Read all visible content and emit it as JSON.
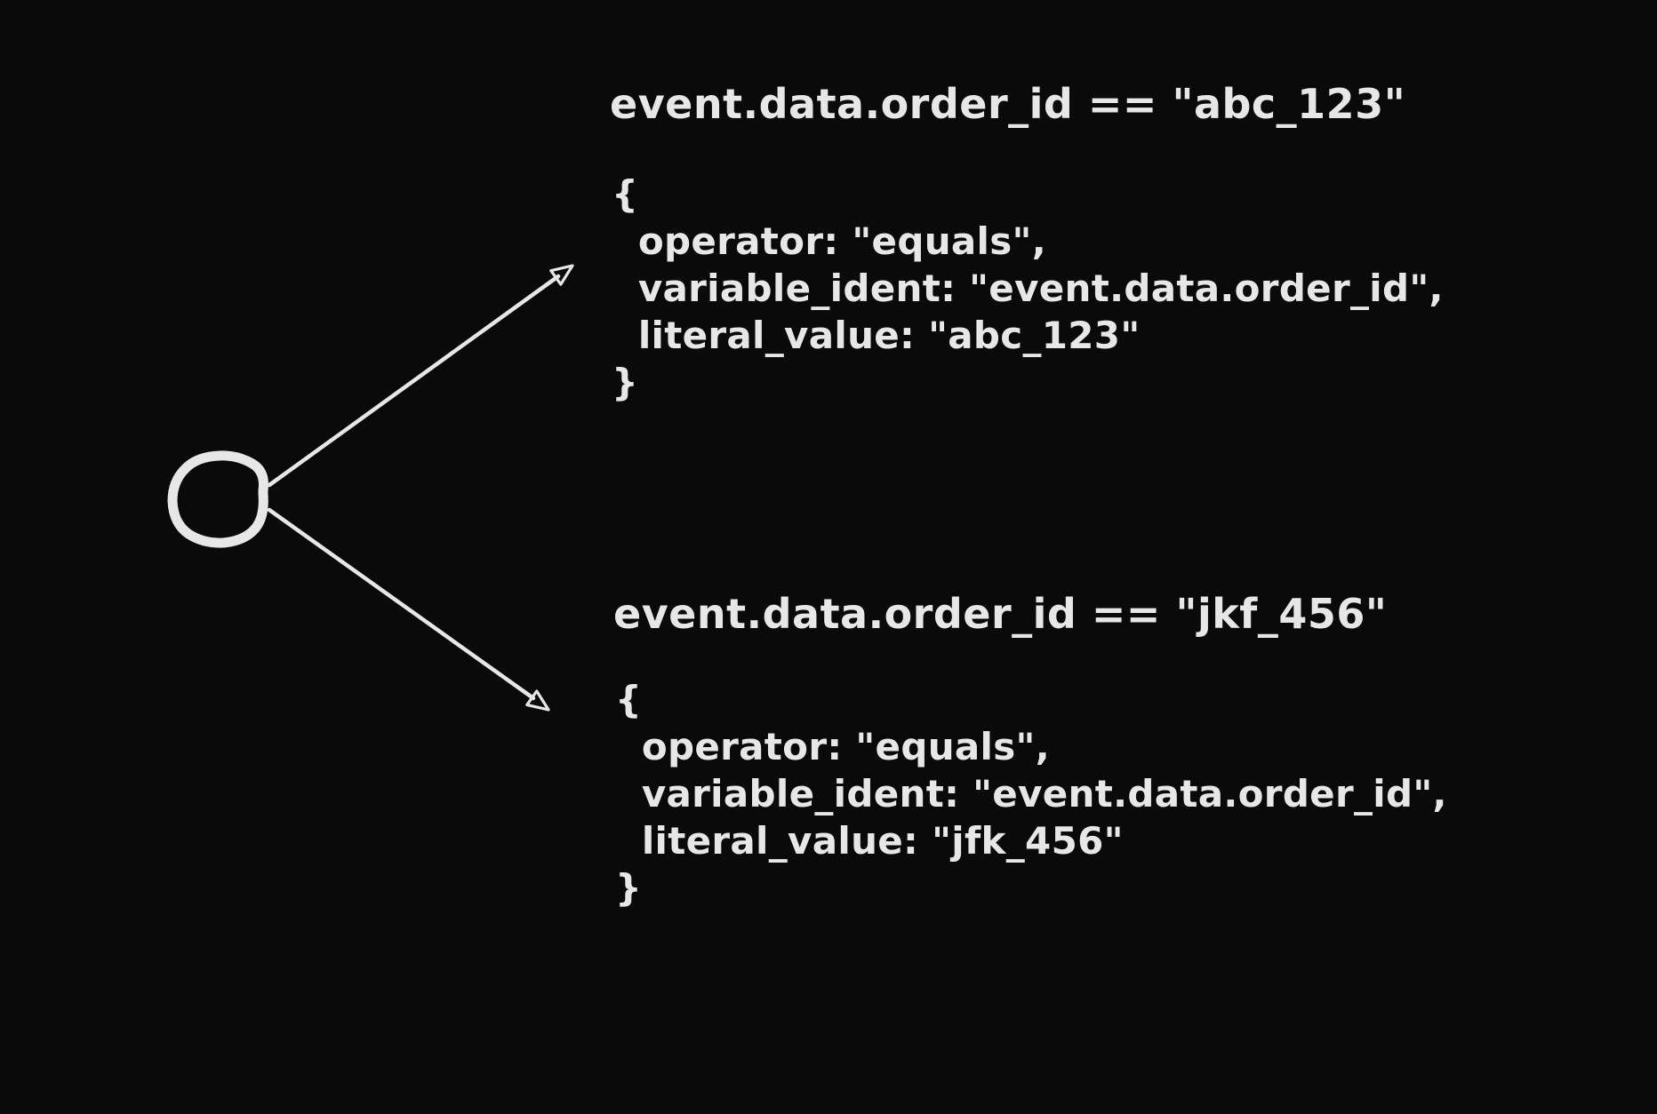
{
  "canvas": {
    "background_color": "#0a0a0a",
    "ink_color": "#e7e7e7"
  },
  "node": {
    "shape": "hand-drawn-circle"
  },
  "branches": [
    {
      "title": "event.data.order_id == \"abc_123\"",
      "code": "{\n  operator: \"equals\",\n  variable_ident: \"event.data.order_id\",\n  literal_value: \"abc_123\"\n}"
    },
    {
      "title": "event.data.order_id == \"jkf_456\"",
      "code": "{\n  operator: \"equals\",\n  variable_ident: \"event.data.order_id\",\n  literal_value: \"jfk_456\"\n}"
    }
  ]
}
